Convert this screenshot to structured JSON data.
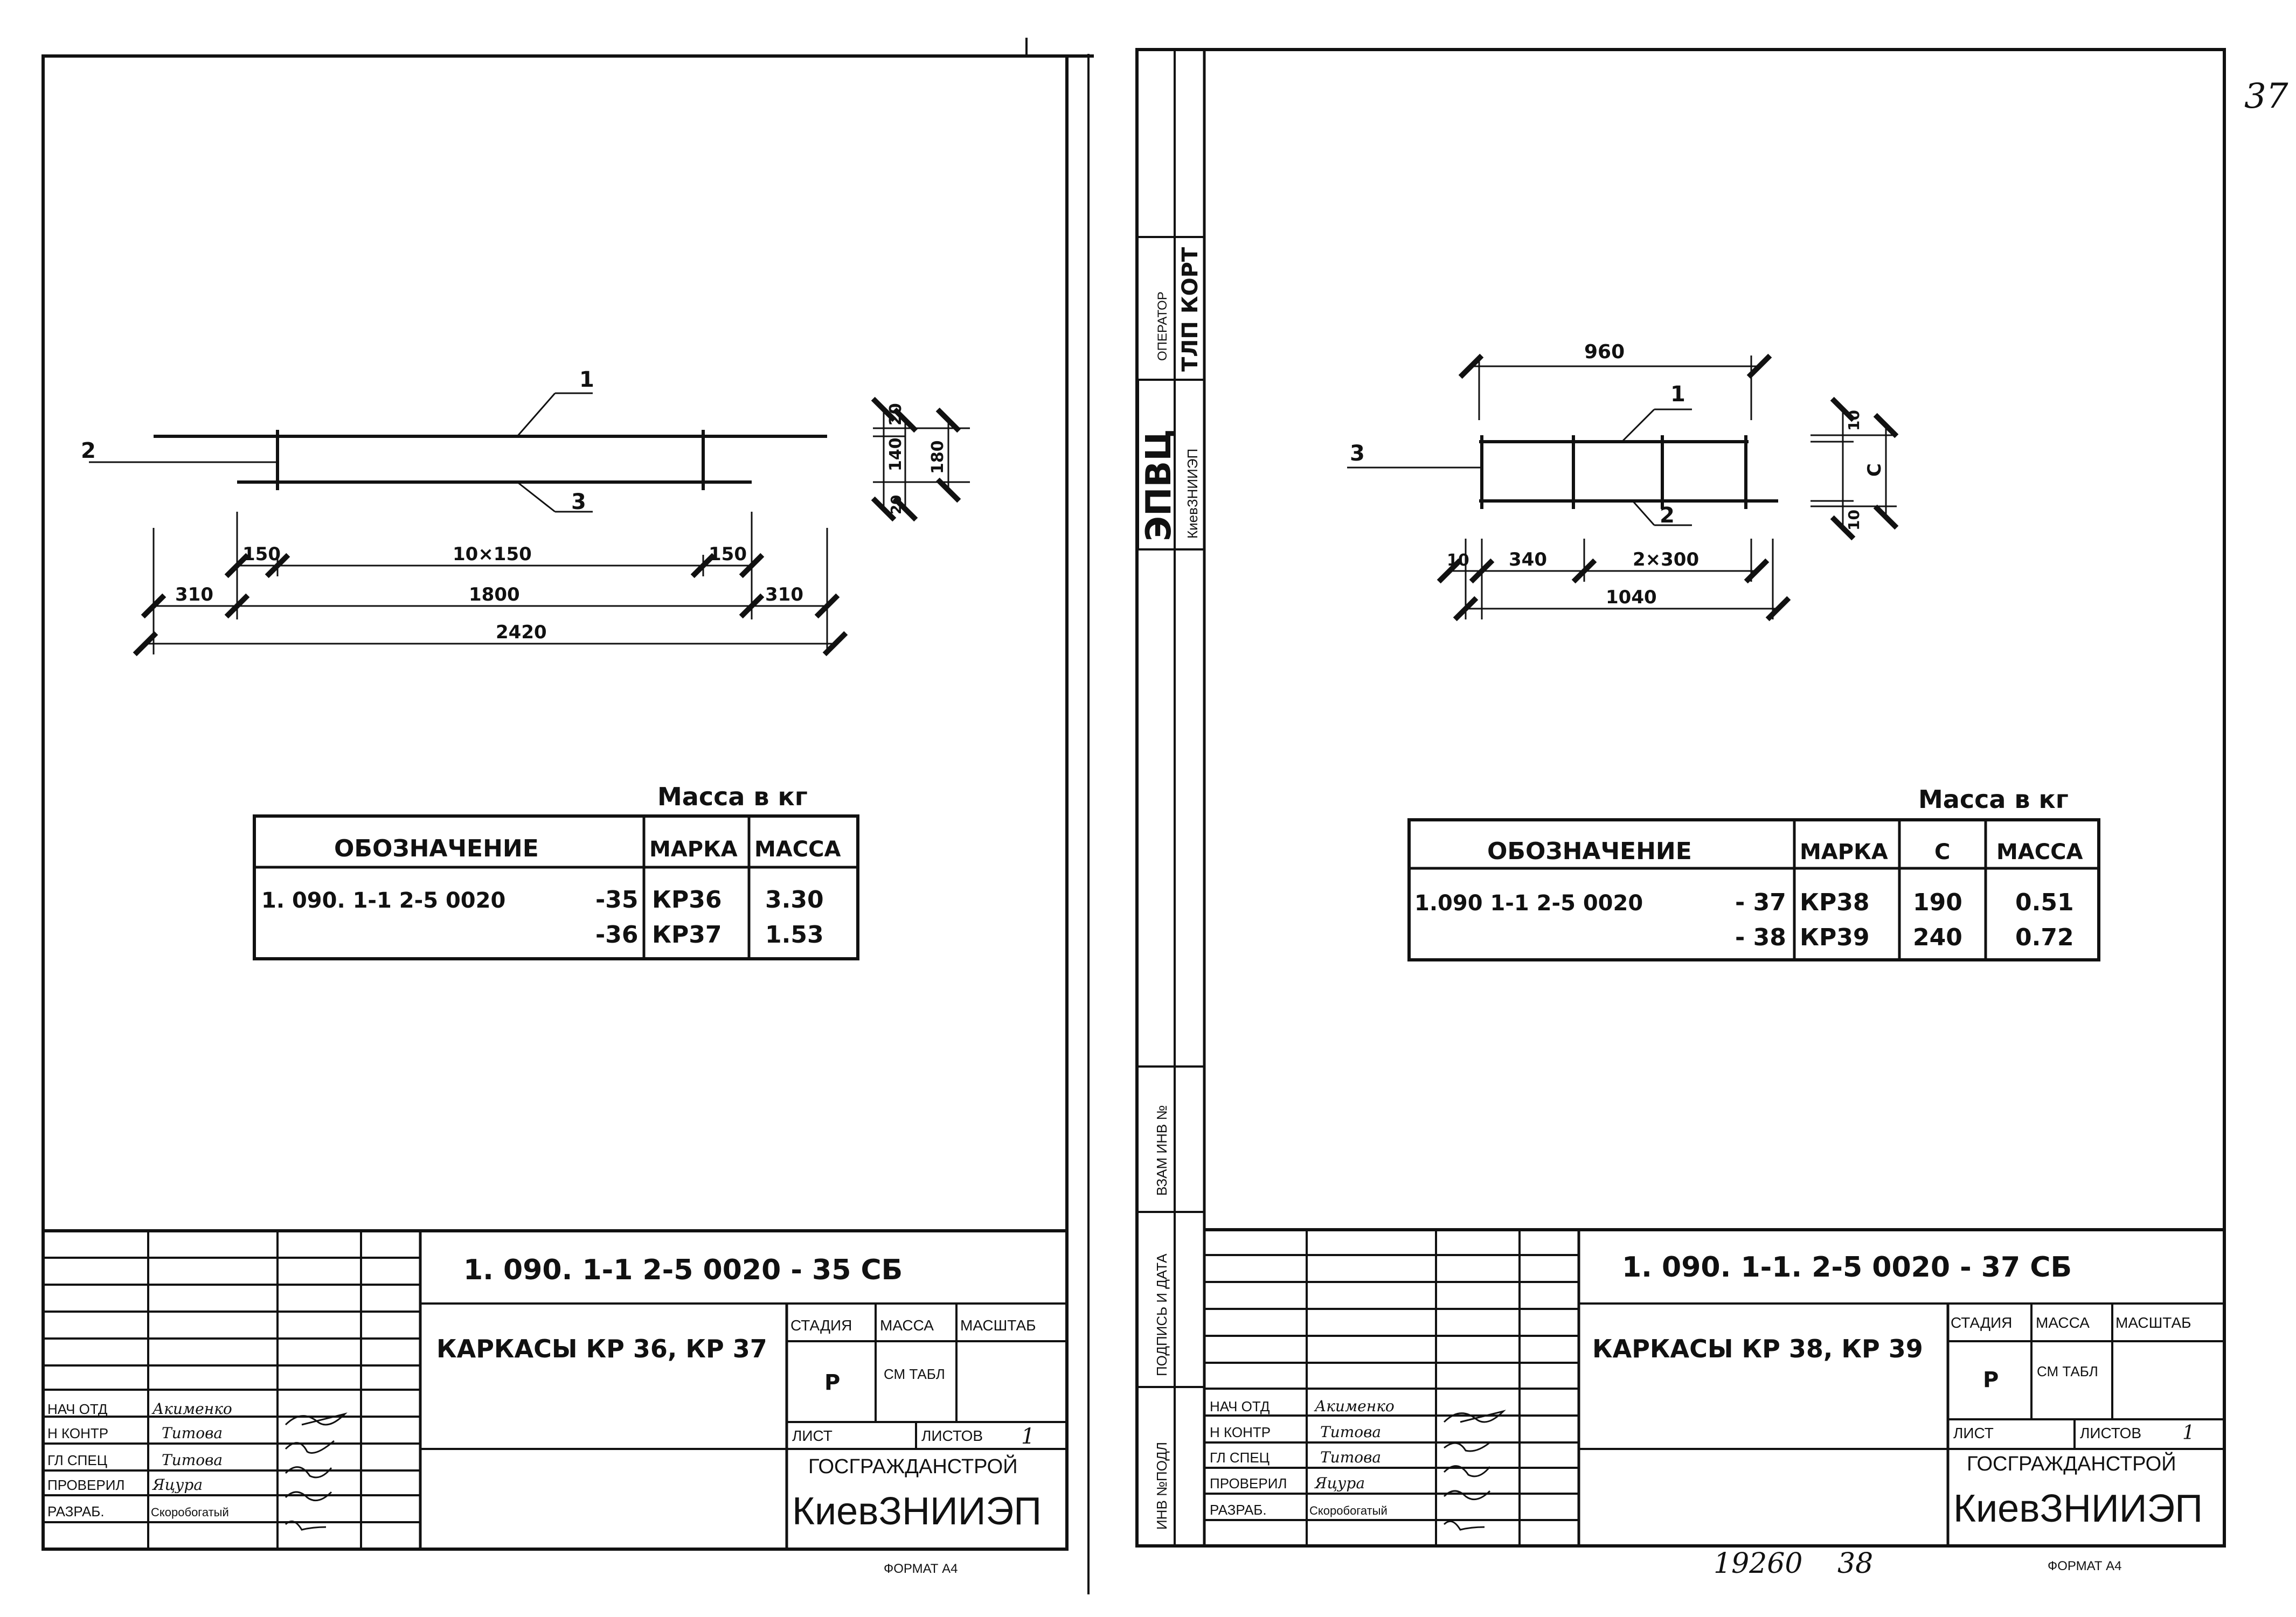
{
  "page_number": "37",
  "bottom_stamp": {
    "left": "19260",
    "right": "38"
  },
  "left_sheet": {
    "mass_caption": "Масса в кг",
    "table": {
      "headers": [
        "ОБОЗНАЧЕНИЕ",
        "МАРКА",
        "МАССА"
      ],
      "rows": [
        {
          "designation": "1. 090. 1-1 2-5 0020",
          "suffix": "-35",
          "mark": "КР36",
          "mass": "3.30"
        },
        {
          "designation": "",
          "suffix": "-36",
          "mark": "КР37",
          "mass": "1.53"
        }
      ]
    },
    "drawing": {
      "labels": {
        "pos1": "1",
        "pos2": "2",
        "pos3": "3"
      },
      "dims": {
        "d150a": "150",
        "d10x150": "10×150",
        "d150b": "150",
        "d310a": "310",
        "d1800": "1800",
        "d310b": "310",
        "d2420": "2420",
        "d20": "20",
        "d140": "140",
        "d180": "180",
        "d20b": "20"
      }
    },
    "title_block": {
      "code": "1. 090. 1-1 2-5 0020 - 35 СБ",
      "name": "КАРКАСЫ   КР 36, КР 37",
      "stage_label": "СТАДИЯ",
      "mass_label": "МАССА",
      "scale_label": "МАСШТАБ",
      "stage": "Р",
      "mass_ref": "СМ ТАБЛ",
      "sheet_label": "ЛИСТ",
      "sheets_label": "ЛИСТОВ",
      "sheets": "1",
      "org1": "ГОСГРАЖДАНСТРОЙ",
      "org2": "КиевЗНИИЭП",
      "people": [
        {
          "role": "НАЧ ОТД",
          "name": "Акименко"
        },
        {
          "role": "Н КОНТР",
          "name": "Титова"
        },
        {
          "role": "ГЛ СПЕЦ",
          "name": "Титова"
        },
        {
          "role": "ПРОВЕРИЛ",
          "name": "Яцура"
        },
        {
          "role": "РАЗРАБ.",
          "name": "Скоробогатый"
        }
      ],
      "format": "ФОРМАТ А4"
    }
  },
  "right_sheet": {
    "mass_caption": "Масса в кг",
    "table": {
      "headers": [
        "ОБОЗНАЧЕНИЕ",
        "МАРКА",
        "С",
        "МАССА"
      ],
      "rows": [
        {
          "designation": "1.090 1-1 2-5 0020",
          "suffix": "- 37",
          "mark": "КР38",
          "c": "190",
          "mass": "0.51"
        },
        {
          "designation": "",
          "suffix": "- 38",
          "mark": "КР39",
          "c": "240",
          "mass": "0.72"
        }
      ]
    },
    "drawing": {
      "labels": {
        "pos1": "1",
        "pos2": "2",
        "pos3": "3"
      },
      "dims": {
        "d960": "960",
        "d10": "10",
        "d340": "340",
        "d2x300": "2×300",
        "d1040": "1040",
        "v10a": "10",
        "vC": "С",
        "v10b": "10"
      }
    },
    "side_stamp": {
      "org_big": "ЭПВЦ",
      "org_small": "КиевЗНИИЭП",
      "op_label": "ОПЕРАТОР",
      "op_value": "ТЛП КОРТ",
      "inv_replace": "ВЗАМ ИНВ №",
      "sign_date": "ПОДПИСЬ И ДАТА",
      "inv_orig": "ИНВ №ПОДЛ"
    },
    "title_block": {
      "code": "1. 090. 1-1. 2-5 0020 - 37 СБ",
      "name": "КАРКАСЫ   КР 38, КР 39",
      "stage_label": "СТАДИЯ",
      "mass_label": "МАССА",
      "scale_label": "МАСШТАБ",
      "stage": "Р",
      "mass_ref": "СМ ТАБЛ",
      "sheet_label": "ЛИСТ",
      "sheets_label": "ЛИСТОВ",
      "sheets": "1",
      "org1": "ГОСГРАЖДАНСТРОЙ",
      "org2": "КиевЗНИИЭП",
      "people": [
        {
          "role": "НАЧ ОТД",
          "name": "Акименко"
        },
        {
          "role": "Н КОНТР",
          "name": "Титова"
        },
        {
          "role": "ГЛ СПЕЦ",
          "name": "Титова"
        },
        {
          "role": "ПРОВЕРИЛ",
          "name": "Яцура"
        },
        {
          "role": "РАЗРАБ.",
          "name": "Скоробогатый"
        }
      ],
      "format": "ФОРМАТ А4"
    }
  }
}
